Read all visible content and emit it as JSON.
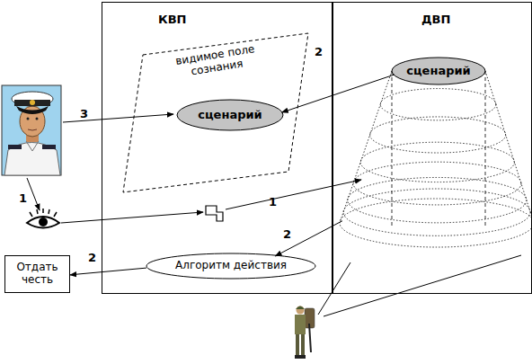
{
  "diagram": {
    "nodes": [
      {
        "text": [
          "КВП"
        ]
      },
      {
        "text": [
          "ДВП"
        ]
      },
      {
        "text": [
          "видимое поле сознания"
        ],
        "in": 0
      },
      {
        "text": [
          "сценарий"
        ],
        "in": 2
      },
      {
        "text": [
          "сценарий"
        ],
        "in": 1
      },
      {
        "text": [
          "Алгоритм действия"
        ],
        "in": 0
      },
      {
        "text": [
          "Отдать честь"
        ]
      }
    ],
    "edges": [
      {
        "from": 4,
        "to": 3,
        "arrow": "to",
        "label": "2"
      },
      {
        "from": 4,
        "to": 5,
        "arrow": "to",
        "label": "2"
      },
      {
        "from": 5,
        "to": 6,
        "arrow": "to",
        "label": "2"
      }
    ],
    "labels": [
      "3",
      "1",
      "1"
    ]
  }
}
